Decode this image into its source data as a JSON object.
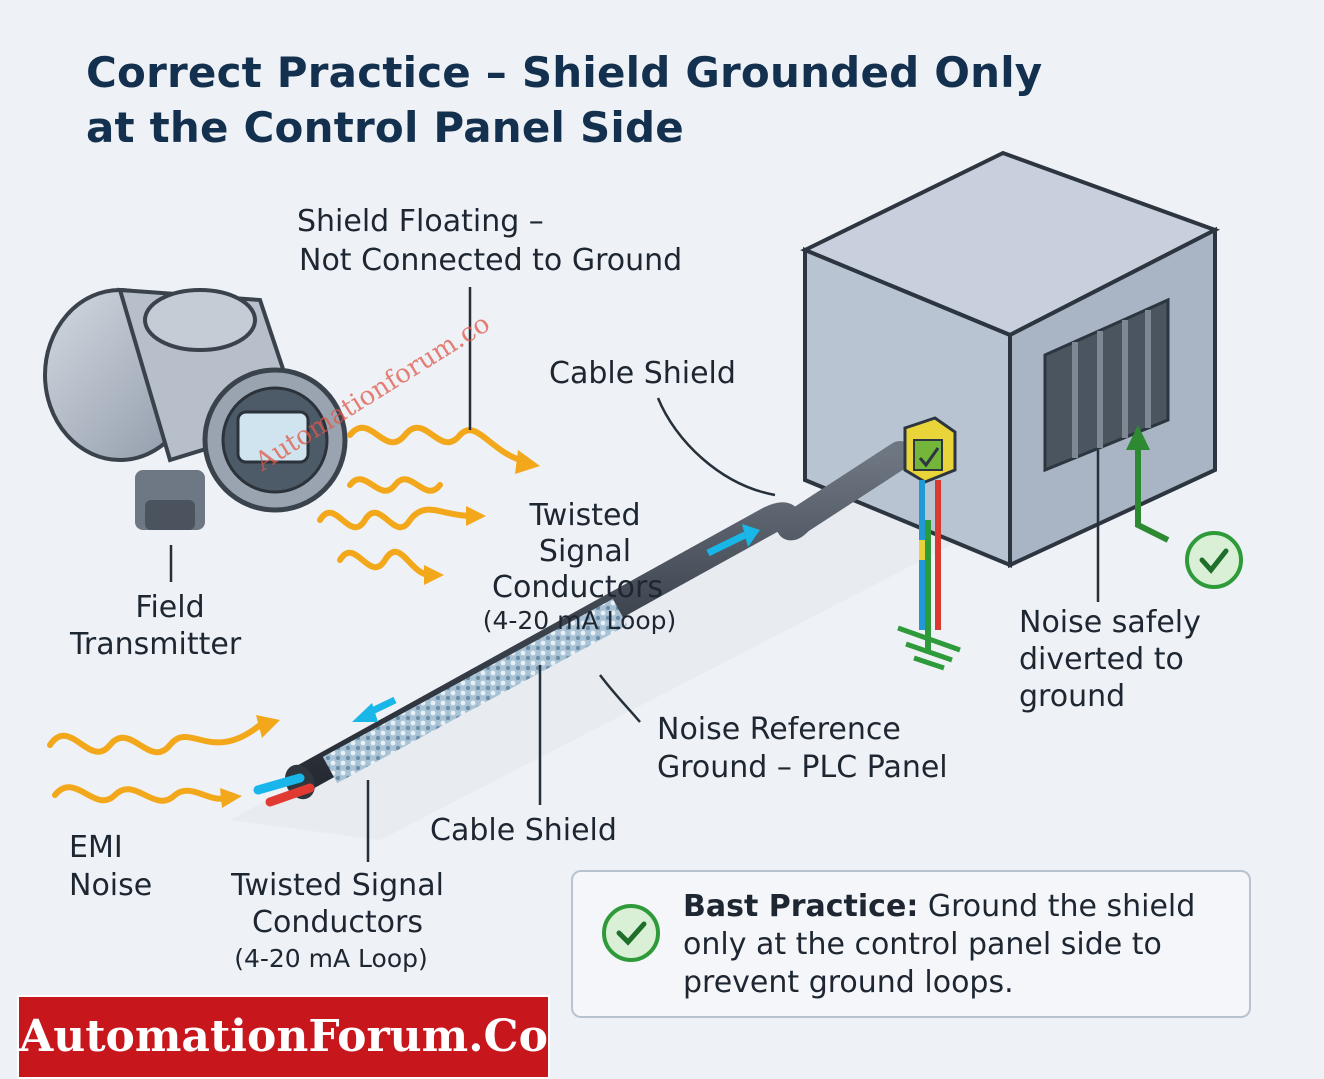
{
  "title": {
    "line1": "Correct Practice – Shield Grounded Only",
    "line2": "at the Control Panel Side"
  },
  "labels": {
    "shield_floating_1": "Shield Floating –",
    "shield_floating_2": "Not Connected to Ground",
    "cable_shield_top": "Cable Shield",
    "twisted_top_1": "Twisted",
    "twisted_top_2": "Signal",
    "twisted_top_3": "Conductors",
    "twisted_top_4": "(4-20 mA Loop)",
    "field_1": "Field",
    "field_2": "Transmitter",
    "noise_diverted_1": "Noise safely",
    "noise_diverted_2": "diverted to",
    "noise_diverted_3": "ground",
    "noise_ref_1": "Noise Reference",
    "noise_ref_2": "Ground – PLC Panel",
    "cable_shield_bottom": "Cable Shield",
    "emi_1": "EMI",
    "emi_2": "Noise",
    "twisted_bottom_1": "Twisted Signal",
    "twisted_bottom_2": "Conductors",
    "twisted_bottom_3": "(4-20 mA Loop)"
  },
  "note": {
    "bold": "Bast Practice:",
    "text": " Ground the shield only at the control panel side to prevent ground loops."
  },
  "watermark": "Automationforum.co",
  "brand": "AutomationForum.Co",
  "icons": {
    "check_note": "check-circle-icon",
    "check_panel": "check-circle-icon",
    "ground": "ground-symbol-icon"
  },
  "colors": {
    "title": "#14304f",
    "noise_wave": "#f3a81c",
    "arrow_cyan": "#19b7e8",
    "check_green": "#2e9a3a",
    "brand_red": "#c8161d",
    "panel": "#b9c4d2"
  }
}
